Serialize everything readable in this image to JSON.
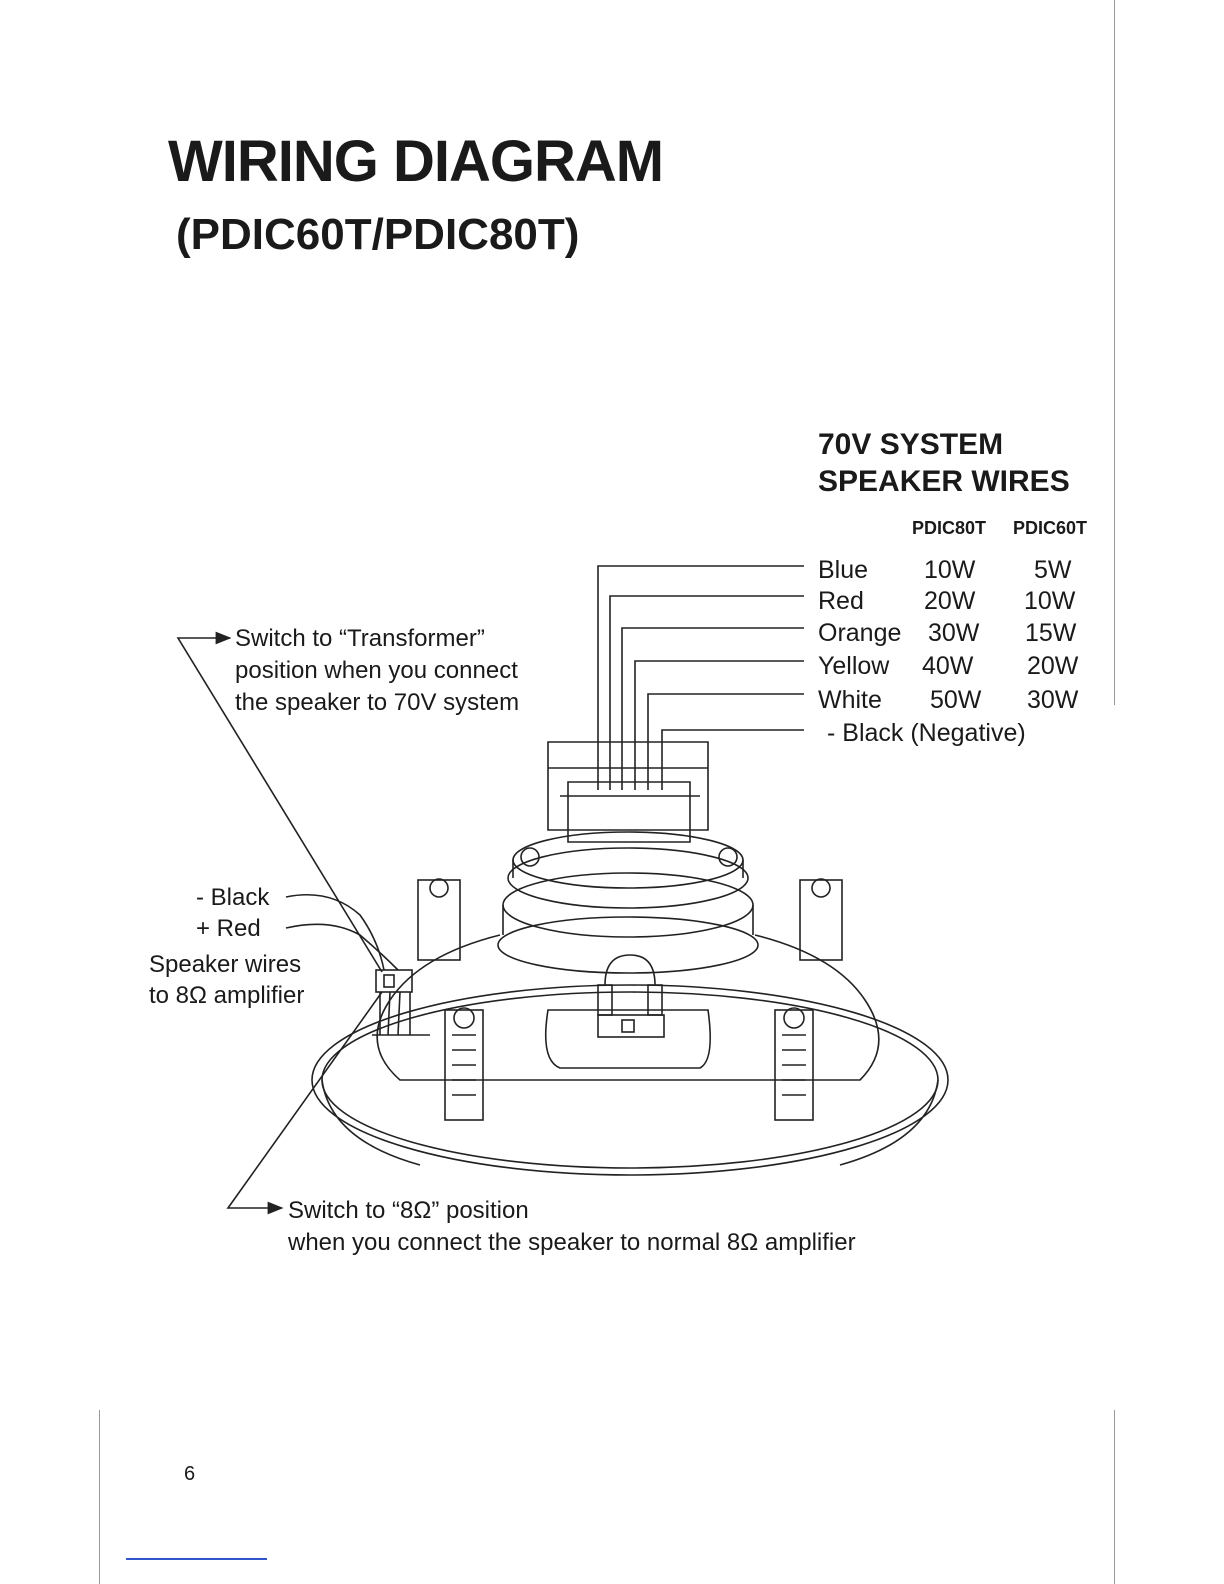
{
  "header": {
    "title": "WIRING DIAGRAM",
    "subtitle": "(PDIC60T/PDIC80T)"
  },
  "system": {
    "title_line1": "70V SYSTEM",
    "title_line2": "SPEAKER WIRES",
    "col_pdic80t": "PDIC80T",
    "col_pdic60t": "PDIC60T",
    "wires": [
      {
        "color": "Blue",
        "pdic80t": "10W",
        "pdic60t": "5W"
      },
      {
        "color": "Red",
        "pdic80t": "20W",
        "pdic60t": "10W"
      },
      {
        "color": "Orange",
        "pdic80t": "30W",
        "pdic60t": "15W"
      },
      {
        "color": "Yellow",
        "pdic80t": "40W",
        "pdic60t": "20W"
      },
      {
        "color": "White",
        "pdic80t": "50W",
        "pdic60t": "30W"
      }
    ],
    "negative": "- Black (Negative)"
  },
  "notes": {
    "transformer_line1": "Switch to “Transformer”",
    "transformer_line2": "position when you connect",
    "transformer_line3": "the speaker to 70V system",
    "ohm_line1": "Switch to “8Ω” position",
    "ohm_line2": "when you connect the speaker to normal 8Ω  amplifier"
  },
  "speaker_wires": {
    "black": "- Black",
    "red": "+ Red",
    "desc_line1": "Speaker wires",
    "desc_line2": "to 8Ω amplifier"
  },
  "footer": {
    "page_number": "6"
  }
}
